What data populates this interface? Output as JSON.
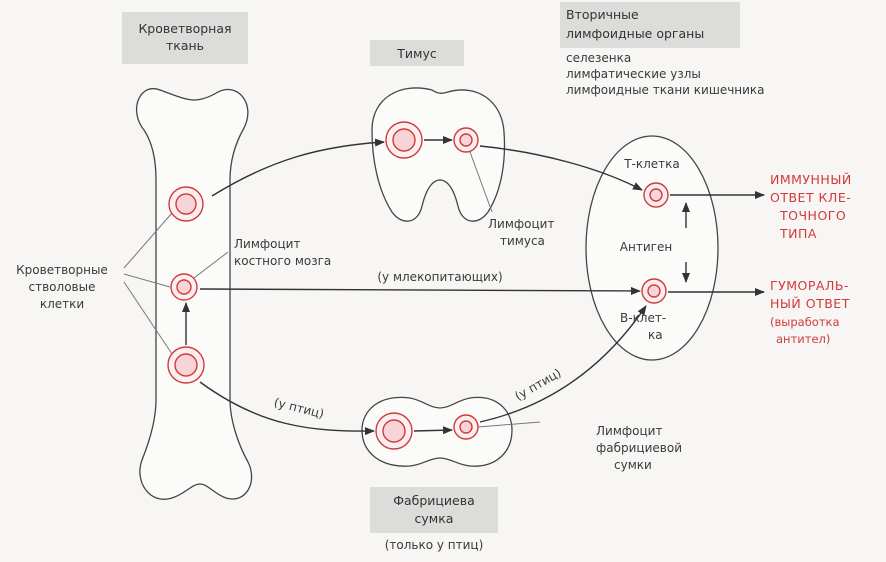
{
  "labels": {
    "hematopoietic_tissue_1": "Кроветворная",
    "hematopoietic_tissue_2": "ткань",
    "thymus": "Тимус",
    "secondary_organs_1": "Вторичные",
    "secondary_organs_2": "лимфоидные органы",
    "spleen": "селезенка",
    "lymph_nodes": "лимфатические узлы",
    "gut_lymphoid": "лимфоидные ткани кишечника",
    "stem_cells_1": "Кроветворные",
    "stem_cells_2": "стволовые",
    "stem_cells_3": "клетки",
    "marrow_lymphocyte_1": "Лимфоцит",
    "marrow_lymphocyte_2": "костного мозга",
    "thymus_lymphocyte_1": "Лимфоцит",
    "thymus_lymphocyte_2": "тимуса",
    "mammals": "(у млекопитающих)",
    "birds_1": "(у птиц)",
    "birds_2": "(у птиц)",
    "t_cell": "Т-клетка",
    "antigen": "Антиген",
    "b_cell_1": "В-клет-",
    "b_cell_2": "ка",
    "bursa_lymphocyte_1": "Лимфоцит",
    "bursa_lymphocyte_2": "фабрициевой",
    "bursa_lymphocyte_3": "сумки",
    "bursa_1": "Фабрициева",
    "bursa_2": "сумка",
    "birds_only": "(только у птиц)",
    "cellular_1": "ИММУННЫЙ",
    "cellular_2": "ОТВЕТ КЛЕ-",
    "cellular_3": "ТОЧНОГО",
    "cellular_4": "ТИПА",
    "humoral_1": "ГУМОРАЛЬ-",
    "humoral_2": "НЫЙ ОТВЕТ",
    "humoral_3": "(выработка",
    "humoral_4": "антител)"
  },
  "colors": {
    "cell": "#d23a3a",
    "header_box": "#dcdcda",
    "outline": "#444444"
  }
}
